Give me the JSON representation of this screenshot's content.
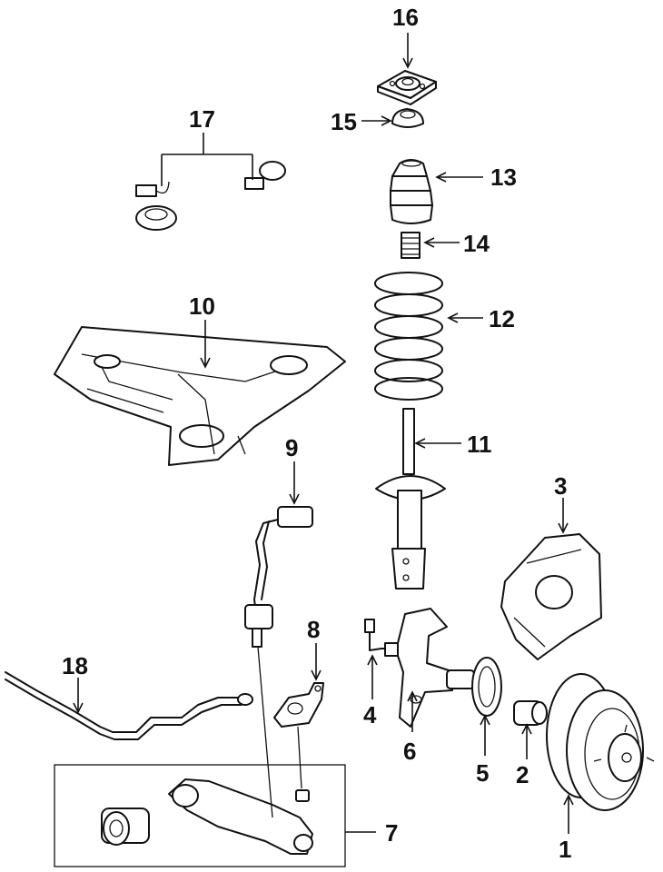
{
  "callouts": {
    "c1": "1",
    "c2": "2",
    "c3": "3",
    "c4": "4",
    "c5": "5",
    "c6": "6",
    "c7": "7",
    "c8": "8",
    "c9": "9",
    "c10": "10",
    "c11": "11",
    "c12": "12",
    "c13": "13",
    "c14": "14",
    "c15": "15",
    "c16": "16",
    "c17": "17",
    "c18": "18"
  },
  "parts": [
    {
      "callout": "1",
      "icon": "brake-rotor-icon"
    },
    {
      "callout": "2",
      "icon": "bearing-icon"
    },
    {
      "callout": "3",
      "icon": "splash-shield-icon"
    },
    {
      "callout": "4",
      "icon": "speed-sensor-icon"
    },
    {
      "callout": "5",
      "icon": "tone-ring-icon"
    },
    {
      "callout": "6",
      "icon": "steering-knuckle-icon"
    },
    {
      "callout": "7",
      "icon": "lower-control-arm-icon"
    },
    {
      "callout": "8",
      "icon": "ball-joint-bracket-icon"
    },
    {
      "callout": "9",
      "icon": "stabilizer-link-icon"
    },
    {
      "callout": "10",
      "icon": "crossmember-icon"
    },
    {
      "callout": "11",
      "icon": "strut-icon"
    },
    {
      "callout": "12",
      "icon": "coil-spring-icon"
    },
    {
      "callout": "13",
      "icon": "dust-boot-icon"
    },
    {
      "callout": "14",
      "icon": "bump-stop-icon"
    },
    {
      "callout": "15",
      "icon": "spring-seat-icon"
    },
    {
      "callout": "16",
      "icon": "strut-mount-icon"
    },
    {
      "callout": "17",
      "icon": "engine-mount-icon"
    },
    {
      "callout": "18",
      "icon": "stabilizer-bar-icon"
    }
  ]
}
